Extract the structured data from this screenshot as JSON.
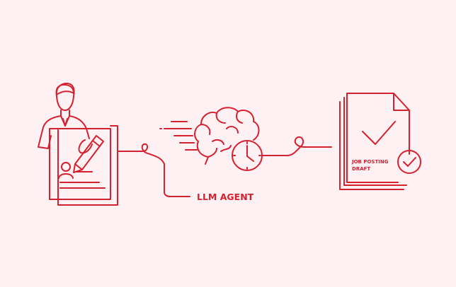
{
  "colors": {
    "background": "#fdf1f3",
    "accent": "#d5202e"
  },
  "agent": {
    "label": "LLM AGENT"
  },
  "output": {
    "line1": "JOB POSTING",
    "line2": "DRAFT"
  },
  "icons": [
    "person-icon",
    "resume-document-icon",
    "pencil-icon",
    "brain-icon",
    "clock-icon",
    "document-stack-icon",
    "checkmark-icon",
    "check-badge-icon"
  ]
}
